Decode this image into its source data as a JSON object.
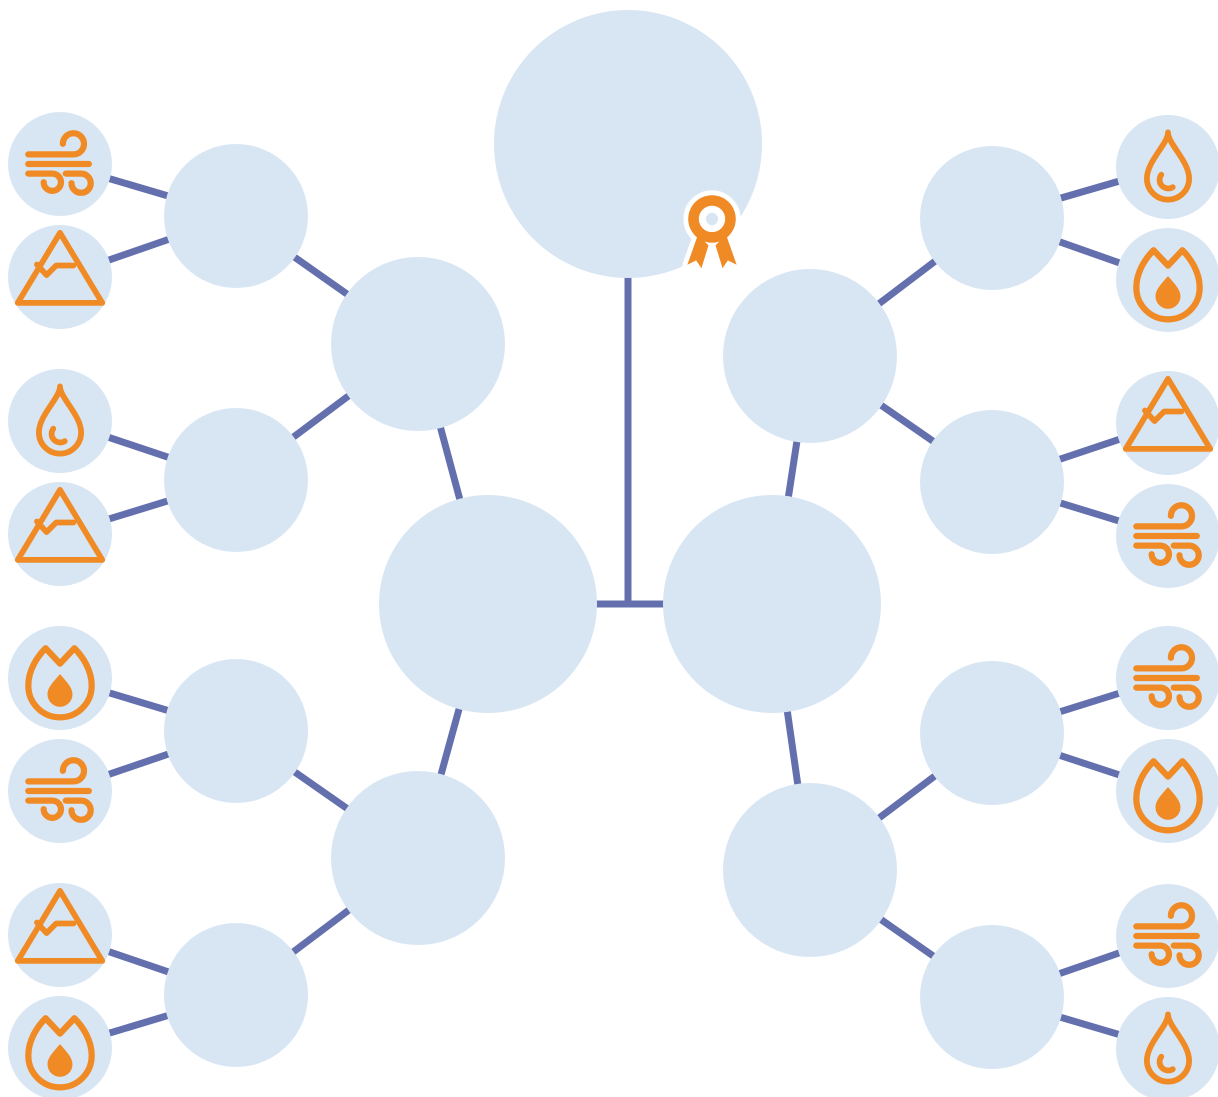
{
  "colors": {
    "node_fill": "#D8E6F4",
    "edge": "#6470AE",
    "icon": "#F08A24",
    "background": "#FFFFFF"
  },
  "diagram": {
    "type": "tournament-bracket",
    "champion": {
      "badge_icon": "award-ribbon-icon"
    },
    "halves": [
      {
        "side": "left",
        "groups": [
          {
            "matches": [
              {
                "entrants": [
                  "wind-icon",
                  "mountain-icon"
                ]
              },
              {
                "entrants": [
                  "water-drop-icon",
                  "mountain-icon"
                ]
              }
            ]
          },
          {
            "matches": [
              {
                "entrants": [
                  "fire-icon",
                  "wind-icon"
                ]
              },
              {
                "entrants": [
                  "mountain-icon",
                  "fire-icon"
                ]
              }
            ]
          }
        ]
      },
      {
        "side": "right",
        "groups": [
          {
            "matches": [
              {
                "entrants": [
                  "water-drop-icon",
                  "fire-icon"
                ]
              },
              {
                "entrants": [
                  "mountain-icon",
                  "wind-icon"
                ]
              }
            ]
          },
          {
            "matches": [
              {
                "entrants": [
                  "wind-icon",
                  "fire-icon"
                ]
              },
              {
                "entrants": [
                  "wind-icon",
                  "water-drop-icon"
                ]
              }
            ]
          }
        ]
      }
    ]
  }
}
